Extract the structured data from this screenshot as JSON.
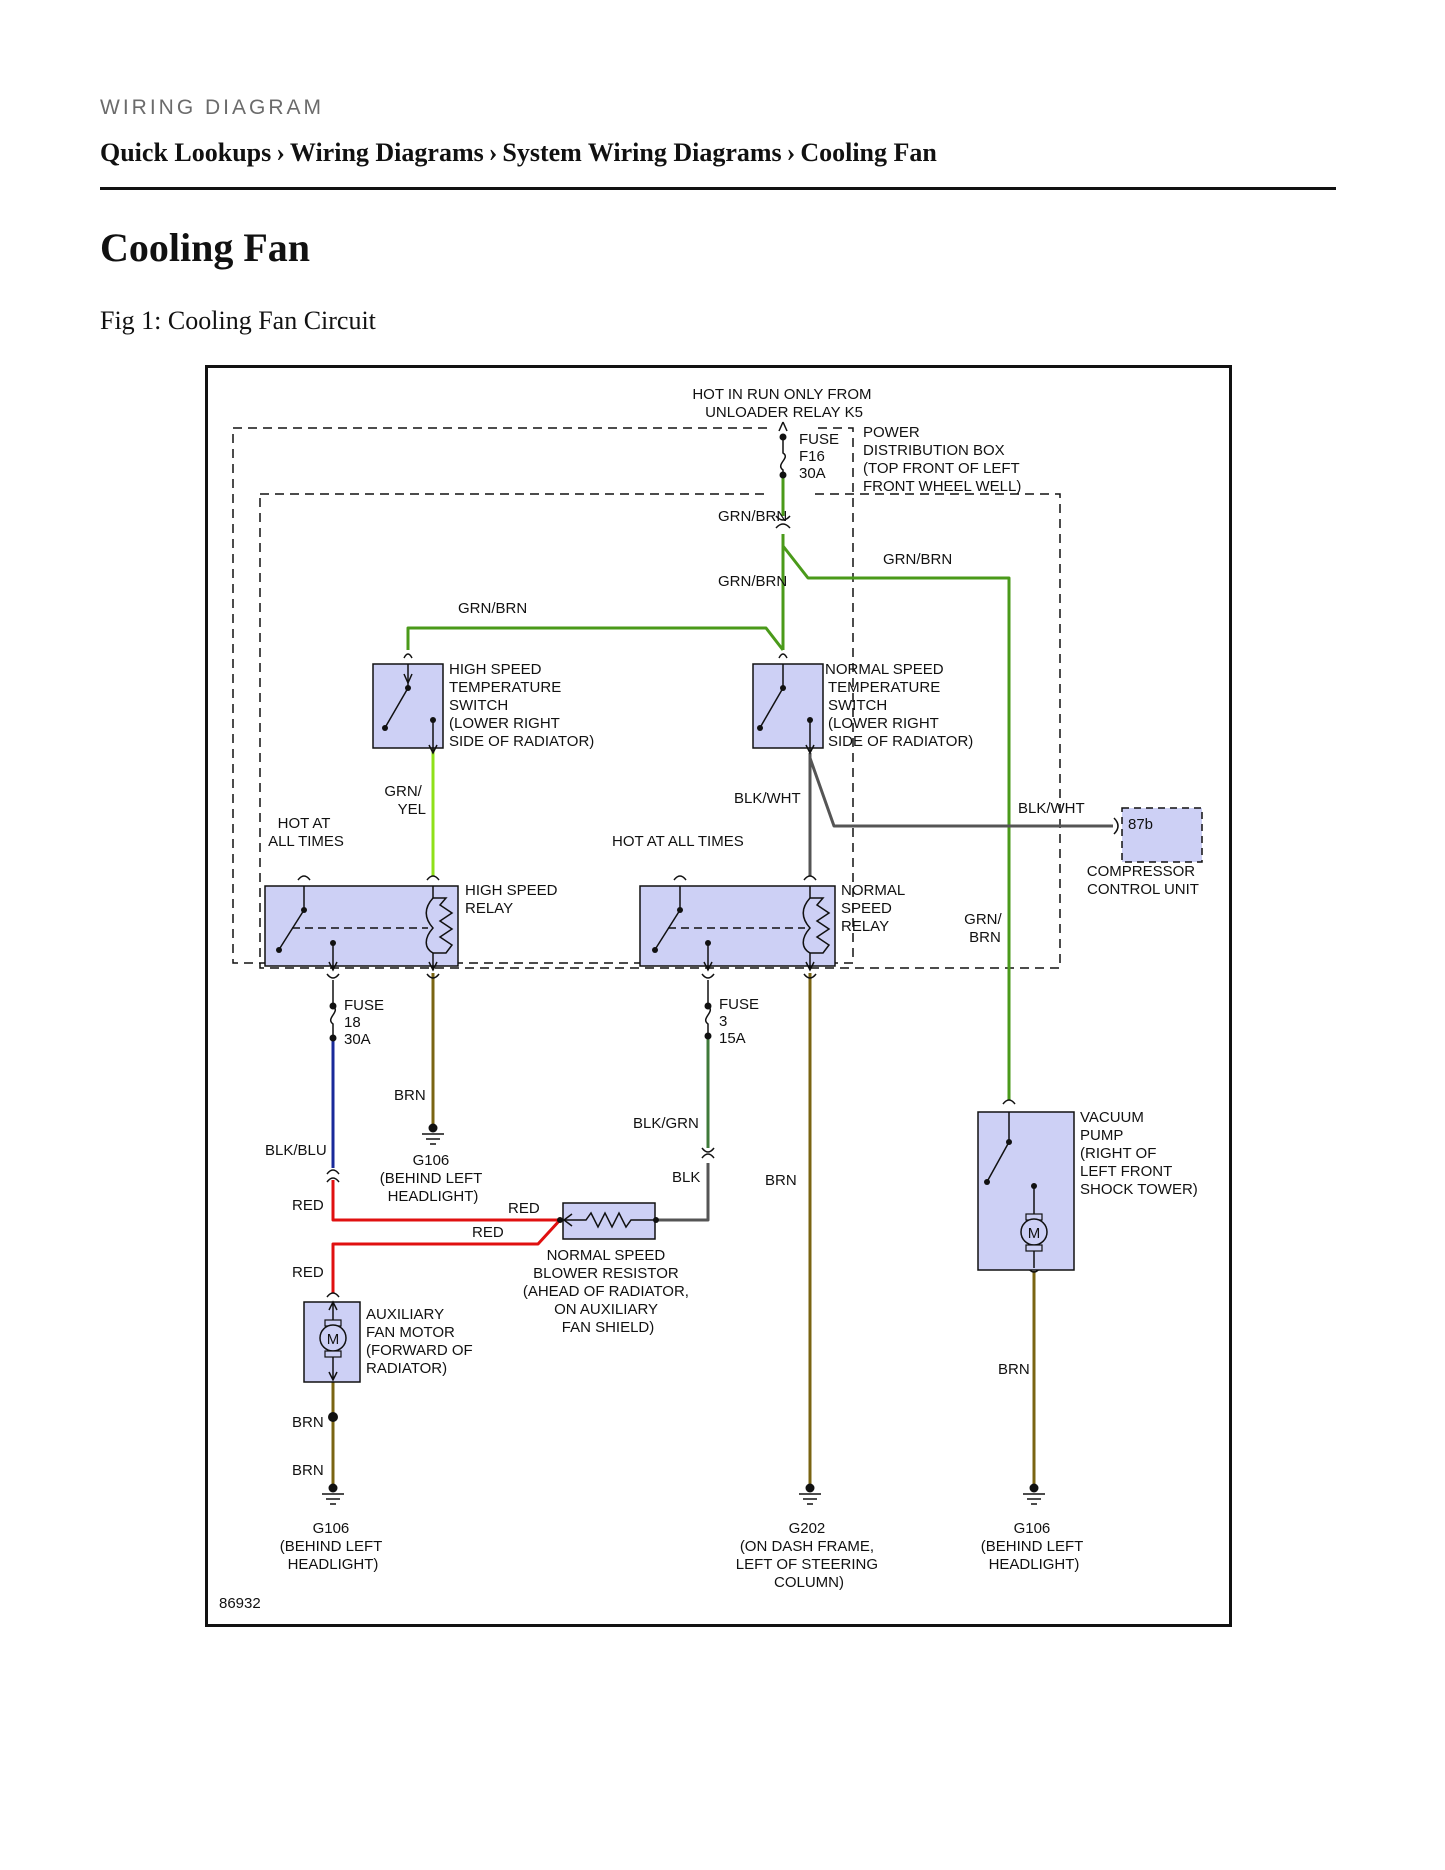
{
  "header": {
    "kicker": "WIRING DIAGRAM",
    "breadcrumb": [
      "Quick Lookups",
      "Wiring Diagrams",
      "System Wiring Diagrams",
      "Cooling Fan"
    ],
    "separator": "›"
  },
  "page_title": "Cooling Fan",
  "figure_caption": "Fig 1: Cooling Fan Circuit",
  "diagram": {
    "figure_id": "86932",
    "colors": {
      "grn_brn": "#4a9a1a",
      "grn_yel": "#8fe01a",
      "blk_wht": "#555555",
      "blk_blu": "#1a2a9a",
      "blk_grn": "#3f7a3a",
      "blk": "#555555",
      "red": "#e01010",
      "brn": "#7a6412",
      "component_fill": "#cdd0f5"
    },
    "power_source": [
      "HOT IN RUN ONLY FROM",
      "UNLOADER RELAY K5"
    ],
    "power_distribution_box": [
      "POWER",
      "DISTRIBUTION BOX",
      "(TOP FRONT OF LEFT",
      "FRONT WHEEL WELL)"
    ],
    "fuse_f16": [
      "FUSE",
      "F16",
      "30A"
    ],
    "fuse_18": [
      "FUSE",
      "18",
      "30A"
    ],
    "fuse_3": [
      "FUSE",
      "3",
      "15A"
    ],
    "high_speed_switch": [
      "HIGH SPEED",
      "TEMPERATURE",
      "SWITCH",
      "(LOWER RIGHT",
      "SIDE OF RADIATOR)"
    ],
    "normal_speed_switch": [
      "NORMAL SPEED",
      "TEMPERATURE",
      "SWITCH",
      "(LOWER RIGHT",
      "SIDE OF RADIATOR)"
    ],
    "high_speed_relay": [
      "HIGH SPEED",
      "RELAY"
    ],
    "normal_speed_relay": [
      "NORMAL",
      "SPEED",
      "RELAY"
    ],
    "hot_at_all_times_left": [
      "HOT AT",
      "ALL TIMES"
    ],
    "hot_at_all_times_right": "HOT AT ALL TIMES",
    "compressor_control_unit": [
      "COMPRESSOR",
      "CONTROL UNIT"
    ],
    "compressor_terminal": "87b",
    "vacuum_pump": [
      "VACUUM",
      "PUMP",
      "(RIGHT OF",
      "LEFT FRONT",
      "SHOCK TOWER)"
    ],
    "blower_resistor": [
      "NORMAL SPEED",
      "BLOWER RESISTOR",
      "(AHEAD OF RADIATOR,",
      "ON AUXILIARY",
      "FAN SHIELD)"
    ],
    "aux_fan_motor": [
      "AUXILIARY",
      "FAN MOTOR",
      "(FORWARD OF",
      "RADIATOR)"
    ],
    "motor_symbol": "M",
    "ground_g106_relay": [
      "G106",
      "(BEHIND LEFT",
      "HEADLIGHT)"
    ],
    "ground_g106_fan": [
      "G106",
      "(BEHIND LEFT",
      "HEADLIGHT)"
    ],
    "ground_g202": [
      "G202",
      "(ON DASH FRAME,",
      "LEFT OF STEERING",
      "COLUMN)"
    ],
    "ground_g106_pump": [
      "G106",
      "(BEHIND LEFT",
      "HEADLIGHT)"
    ],
    "wire_labels": {
      "grn_brn_1": "GRN/BRN",
      "grn_brn_2": "GRN/BRN",
      "grn_brn_3": "GRN/BRN",
      "grn_brn_4": "GRN/BRN",
      "grn_yel": [
        "GRN/",
        "YEL"
      ],
      "blk_wht_1": "BLK/WHT",
      "blk_wht_2": "BLK/WHT",
      "grn_brn_pump": [
        "GRN/",
        "BRN"
      ],
      "brn_relay": "BRN",
      "blk_blu": "BLK/BLU",
      "blk_grn": "BLK/GRN",
      "blk": "BLK",
      "brn_normal": "BRN",
      "red_1": "RED",
      "red_2": "RED",
      "red_3": "RED",
      "red_4": "RED",
      "brn_pump": "BRN",
      "brn_fan_1": "BRN",
      "brn_fan_2": "BRN"
    }
  }
}
